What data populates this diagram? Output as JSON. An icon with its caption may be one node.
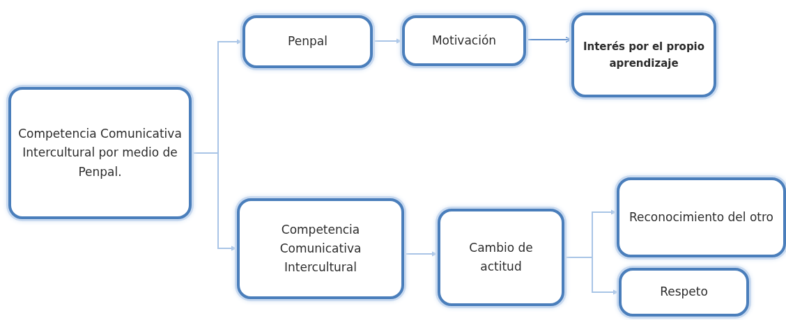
{
  "diagram": {
    "nodes": [
      {
        "text": [
          "Competencia Comunicativa Intercultural por medio de Penpal."
        ]
      },
      {
        "text": [
          "Penpal"
        ]
      },
      {
        "text": [
          "Motivación"
        ]
      },
      {
        "text": [
          "Interés por el propio aprendizaje"
        ]
      },
      {
        "text": [
          "Competencia Comunicativa Intercultural"
        ]
      },
      {
        "text": [
          "Cambio de actitud"
        ]
      },
      {
        "text": [
          "Reconocimiento del otro"
        ]
      },
      {
        "text": [
          "Respeto"
        ]
      }
    ],
    "edges": [
      {
        "from": 0,
        "to": 1,
        "arrow": "to"
      },
      {
        "from": 0,
        "to": 4,
        "arrow": "to"
      },
      {
        "from": 1,
        "to": 2,
        "arrow": "to"
      },
      {
        "from": 2,
        "to": 3,
        "arrow": "to",
        "color": "#5b8bc9"
      },
      {
        "from": 4,
        "to": 5,
        "arrow": "to"
      },
      {
        "from": 5,
        "to": 6,
        "arrow": "to"
      },
      {
        "from": 5,
        "to": 7,
        "arrow": "to"
      }
    ]
  }
}
